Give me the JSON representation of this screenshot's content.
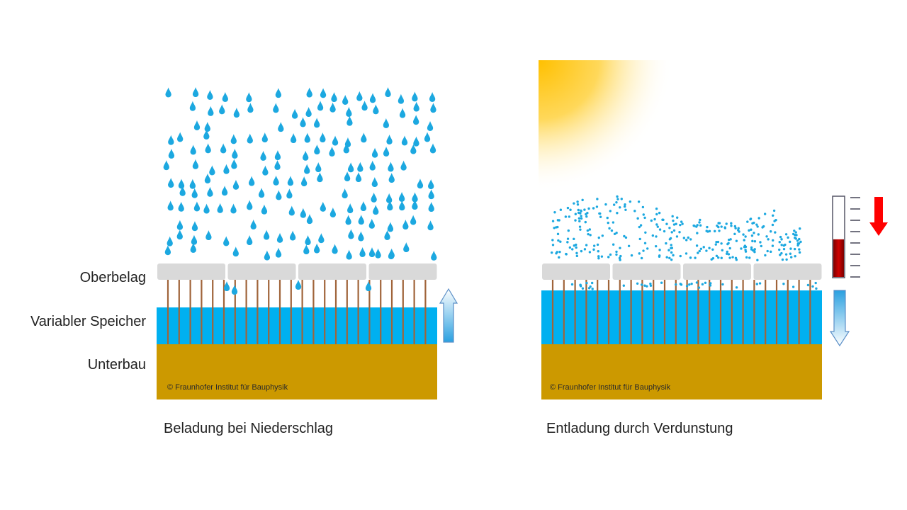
{
  "layer_labels": {
    "top": "Oberbelag",
    "storage": "Variabler Speicher",
    "base": "Unterbau"
  },
  "left_panel": {
    "caption": "Beladung bei Niederschlag",
    "copyright": "© Fraunhofer Institut für Bauphysik"
  },
  "right_panel": {
    "caption": "Entladung durch Verdunstung",
    "copyright": "© Fraunhofer Institut für Bauphysik",
    "thermometer_fill_fraction": 0.47
  },
  "colors": {
    "water": "#00b0f0",
    "soil": "#cc9900",
    "tile": "#d9d9d9",
    "rod": "#a0643a",
    "drop": "#1ca8e0",
    "thermo": "#c00000",
    "red_arrow": "#ff0000"
  }
}
